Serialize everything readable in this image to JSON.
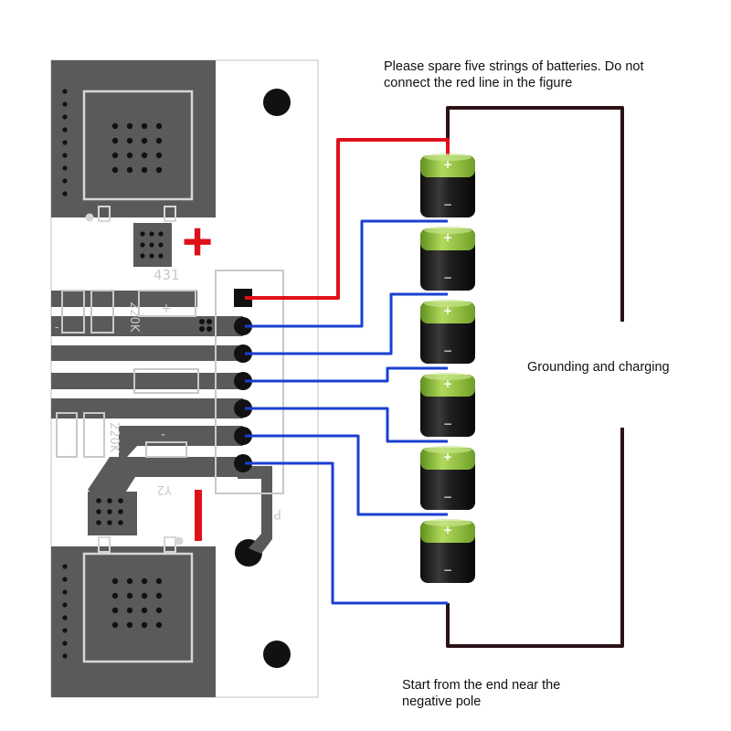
{
  "notes": {
    "top": "Please spare five strings of batteries. Do not connect the red line in the figure",
    "middle": "Grounding and charging",
    "bottom": "Start from the end near the negative pole"
  },
  "board": {
    "plus_symbol": "+",
    "minus_symbol": "−",
    "silk_431": "431",
    "silk_220k_a": "220K",
    "silk_220k_b": "220K",
    "silk_y2": "Y2",
    "silk_p": "P",
    "silk_minus": "-",
    "silk_plus_box": "+",
    "silk_dash": "-"
  },
  "batteries": [
    {
      "plus": "+",
      "minus": "−"
    },
    {
      "plus": "+",
      "minus": "−"
    },
    {
      "plus": "+",
      "minus": "−"
    },
    {
      "plus": "+",
      "minus": "−"
    },
    {
      "plus": "+",
      "minus": "−"
    },
    {
      "plus": "+",
      "minus": "−"
    }
  ],
  "colors": {
    "red_wire": "#e0101a",
    "blue_wire": "#1a3fd0",
    "frame_wire": "#2a1216",
    "pcb_dark": "#5a5a5a",
    "battery_green": "#8dbf3a",
    "battery_black": "#1c1c1c"
  }
}
